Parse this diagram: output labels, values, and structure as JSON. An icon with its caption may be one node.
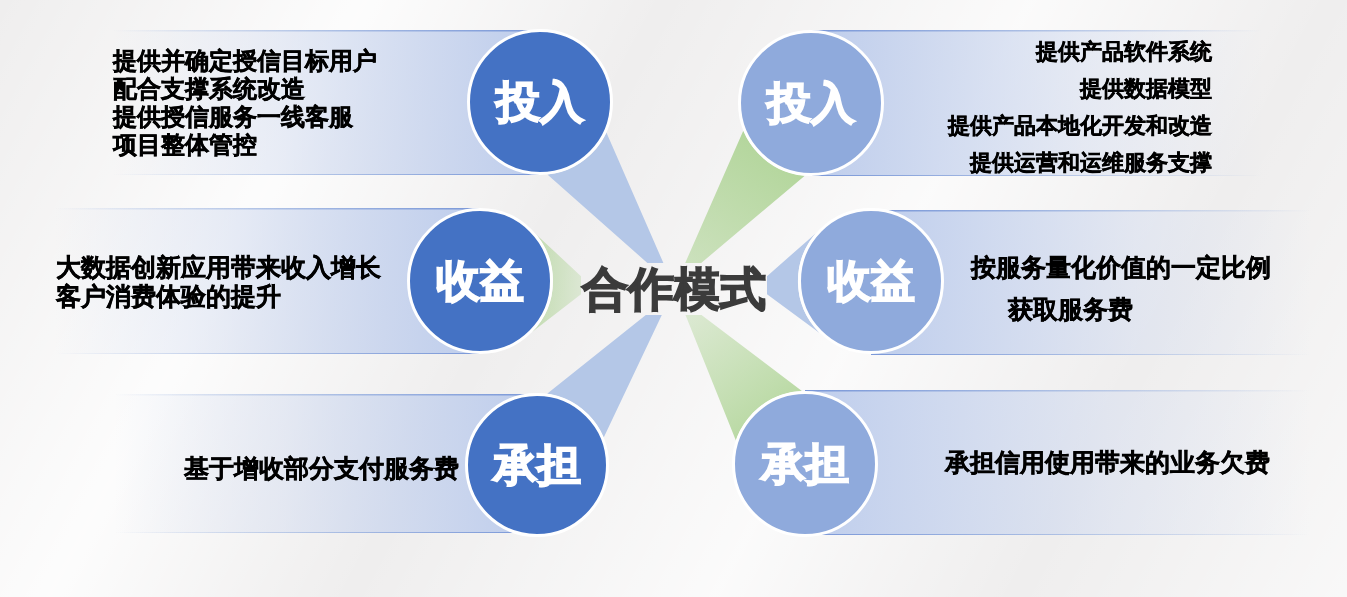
{
  "diagram": {
    "nodes": [
      {
        "text": [
          "合作模式"
        ]
      },
      {
        "text": [
          "投入"
        ],
        "beside": [
          "提供并确定授信目标用户",
          "配合支撑系统改造",
          "提供授信服务一线客服",
          "项目整体管控"
        ]
      },
      {
        "text": [
          "收益"
        ],
        "beside": [
          "大数据创新应用带来收入增长",
          "客户消费体验的提升"
        ]
      },
      {
        "text": [
          "承担"
        ],
        "beside": [
          "基于增收部分支付服务费"
        ]
      },
      {
        "text": [
          "投入"
        ],
        "beside": [
          "提供产品软件系统",
          "提供数据模型",
          "提供产品本地化开发和改造",
          "提供运营和运维服务支撑"
        ]
      },
      {
        "text": [
          "收益"
        ],
        "beside": [
          "按服务量化价值的一定比例获取服务费"
        ]
      },
      {
        "text": [
          "承担"
        ],
        "beside": [
          "承担信用使用带来的业务欠费"
        ]
      }
    ],
    "edges": [
      {
        "from": 0,
        "to": 1,
        "arrow": "none",
        "color": "#b4c7e7"
      },
      {
        "from": 0,
        "to": 2,
        "arrow": "none",
        "color": "#a9d18e"
      },
      {
        "from": 0,
        "to": 3,
        "arrow": "none",
        "color": "#b4c7e7"
      },
      {
        "from": 0,
        "to": 4,
        "arrow": "none",
        "color": "#a9d18e"
      },
      {
        "from": 0,
        "to": 5,
        "arrow": "none",
        "color": "#b4c7e7"
      },
      {
        "from": 0,
        "to": 6,
        "arrow": "none",
        "color": "#a9d18e"
      }
    ]
  }
}
